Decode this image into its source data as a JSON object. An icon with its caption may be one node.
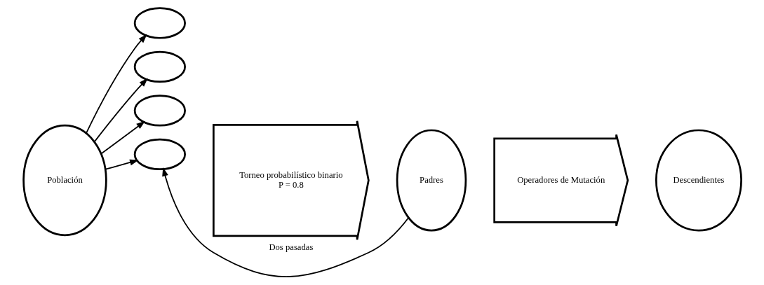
{
  "diagram": {
    "nodes": [
      {
        "text": [
          "Población"
        ]
      },
      {
        "text": [],
        "shape": "ellipse"
      },
      {
        "text": [],
        "shape": "ellipse"
      },
      {
        "text": [],
        "shape": "ellipse"
      },
      {
        "text": [],
        "shape": "ellipse"
      },
      {
        "text": [
          "Torneo probabilístico binario",
          "P = 0.8"
        ]
      },
      {
        "text": [
          "Padres"
        ]
      },
      {
        "text": [
          "Operadores de Mutación"
        ]
      },
      {
        "text": [
          "Descendientes"
        ]
      }
    ],
    "edges": [
      {
        "from": 0,
        "to": 1,
        "arrow": "to"
      },
      {
        "from": 0,
        "to": 2,
        "arrow": "to"
      },
      {
        "from": 0,
        "to": 3,
        "arrow": "to"
      },
      {
        "from": 0,
        "to": 4,
        "arrow": "to"
      },
      {
        "from": 6,
        "to": 4,
        "arrow": "to",
        "label": "Dos pasadas"
      }
    ]
  }
}
